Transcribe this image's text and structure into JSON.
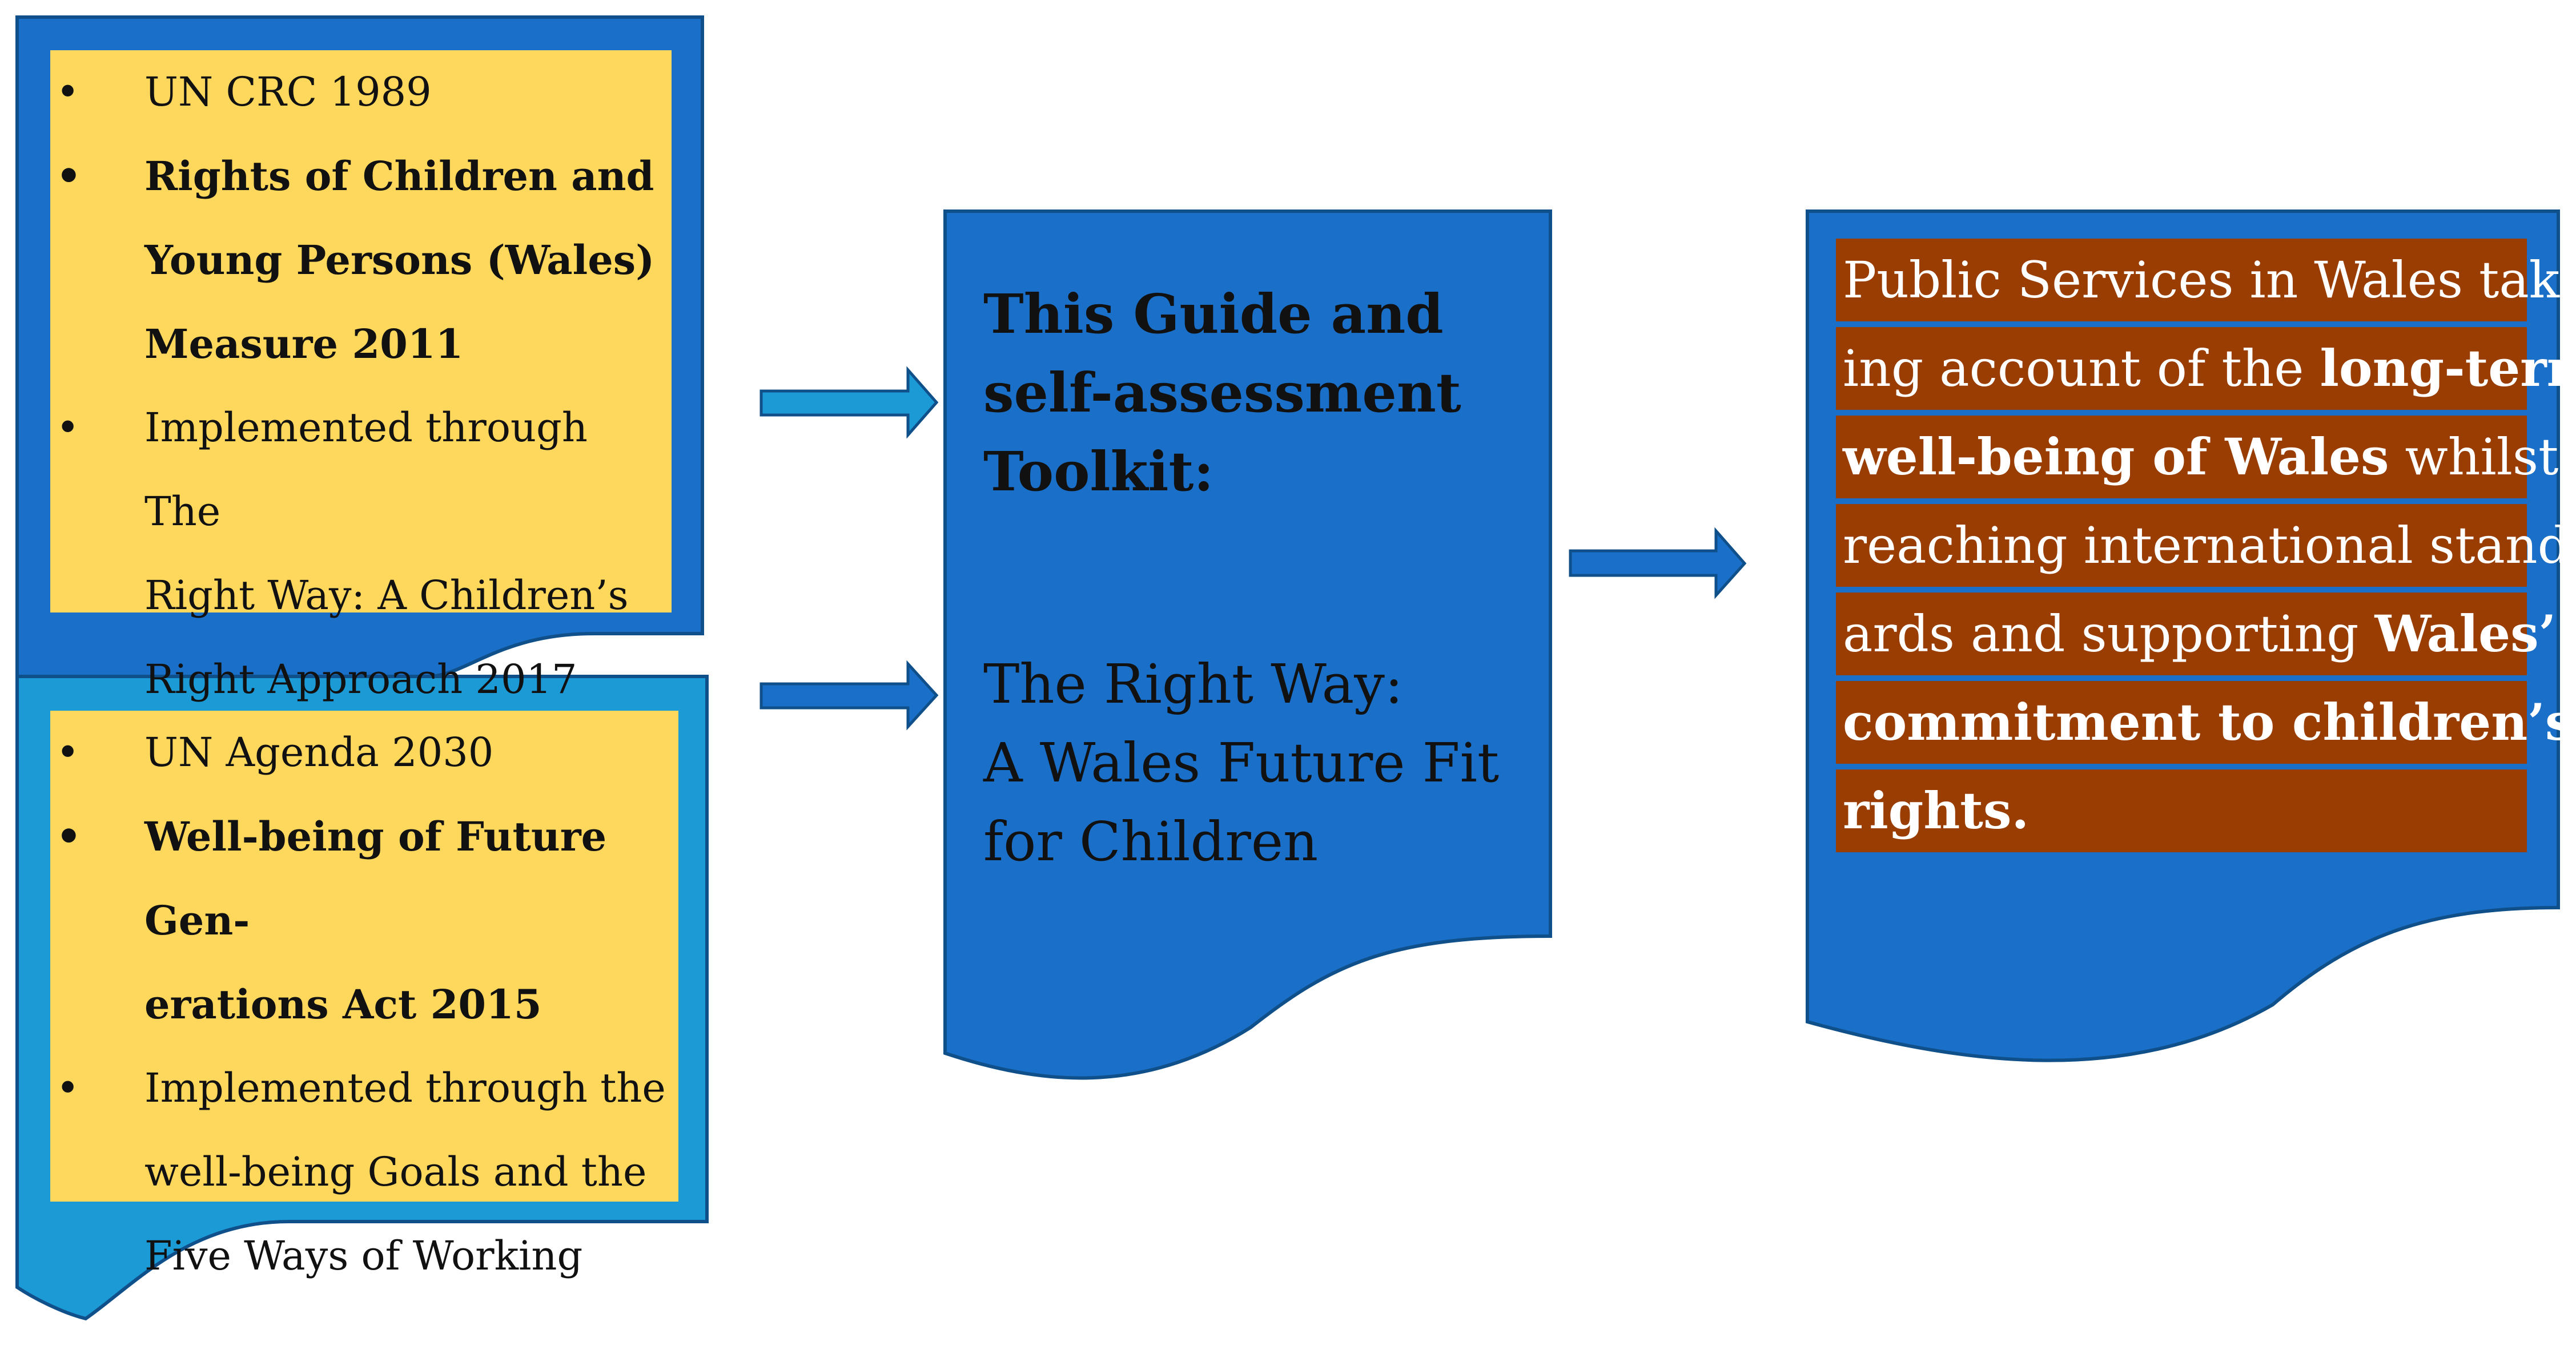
{
  "top_left": {
    "items": [
      {
        "text": "UN CRC 1989",
        "bold": false
      },
      {
        "text": "Rights of Children and",
        "bold": true
      },
      {
        "text": "Young Persons (Wales)",
        "bold": true,
        "continuation": true
      },
      {
        "text": "Measure 2011",
        "bold": true,
        "continuation": true
      },
      {
        "text": "Implemented through The",
        "bold": false
      },
      {
        "text": "Right Way: A Children’s",
        "bold": false,
        "continuation": true
      },
      {
        "text": "Right Approach 2017",
        "bold": false,
        "continuation": true
      }
    ]
  },
  "bottom_left": {
    "items": [
      {
        "text": "UN Agenda 2030",
        "bold": false
      },
      {
        "text": "Well-being of Future Gen-",
        "bold": true
      },
      {
        "text": "erations Act 2015",
        "bold": true,
        "continuation": true
      },
      {
        "text": "Implemented through the",
        "bold": false
      },
      {
        "text": "well-being Goals and the",
        "bold": false,
        "continuation": true
      },
      {
        "text": "Five Ways of Working",
        "bold": false,
        "continuation": true
      }
    ]
  },
  "center": {
    "title": "This Guide and\nself-assessment\nToolkit:",
    "subtitle": "The Right Way:\nA Wales Future Fit\nfor Children"
  },
  "output": {
    "lines": [
      [
        {
          "t": "Public Services in Wales tak-",
          "b": false
        }
      ],
      [
        {
          "t": "ing account of the ",
          "b": false
        },
        {
          "t": "long-term",
          "b": true
        }
      ],
      [
        {
          "t": "well-being of Wales",
          "b": true
        },
        {
          "t": " whilst",
          "b": false
        }
      ],
      [
        {
          "t": "reaching international stand-",
          "b": false
        }
      ],
      [
        {
          "t": "ards and supporting ",
          "b": false
        },
        {
          "t": "Wales’",
          "b": true
        }
      ],
      [
        {
          "t": "commitment to children’s",
          "b": true
        }
      ],
      [
        {
          "t": "rights.",
          "b": true
        }
      ]
    ]
  },
  "colors": {
    "dark_blue": "#1a6fc8",
    "light_blue": "#1c9ad6",
    "yellow": "#fed85d",
    "brown": "#993d02"
  }
}
